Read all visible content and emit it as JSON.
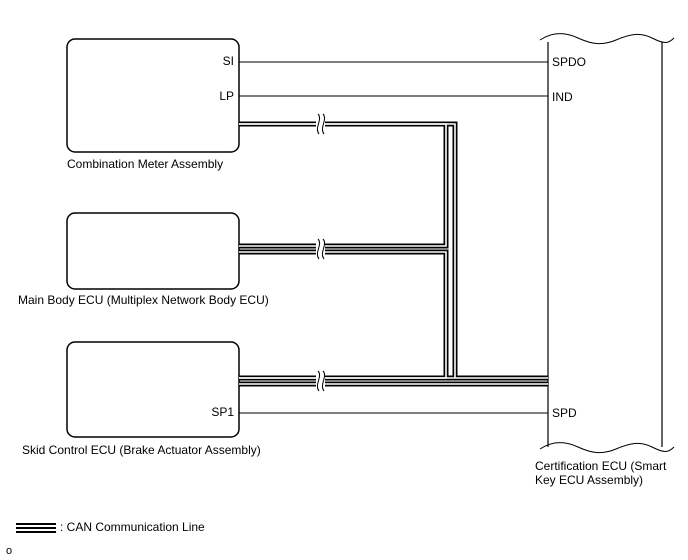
{
  "components": {
    "combination_meter": {
      "name": "Combination Meter Assembly",
      "terminals": [
        "SI",
        "LP"
      ]
    },
    "main_body_ecu": {
      "name": "Main Body ECU (Multiplex Network Body ECU)"
    },
    "skid_control_ecu": {
      "name": "Skid Control ECU (Brake Actuator Assembly)",
      "terminals": [
        "SP1"
      ]
    },
    "certification_ecu": {
      "name_line1": "Certification ECU (Smart",
      "name_line2": "Key ECU Assembly)",
      "terminals": [
        "SPDO",
        "IND",
        "SPD"
      ]
    }
  },
  "legend": {
    "can_line": ": CAN Communication Line"
  },
  "footer": {
    "code": "o"
  }
}
